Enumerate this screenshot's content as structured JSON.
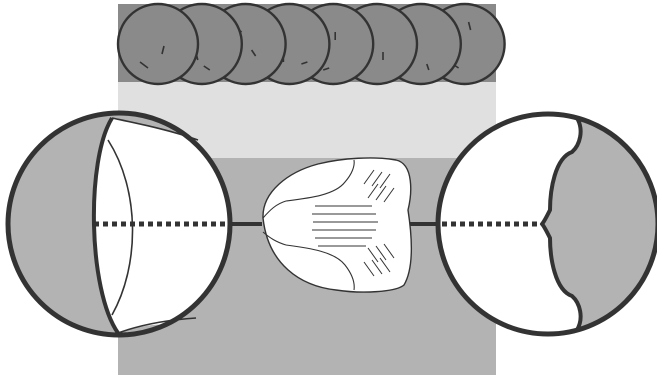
{
  "colors": {
    "background": "#ffffff",
    "outline": "#333333",
    "top_band": "#8a8a8a",
    "light_band": "#e0e0e0",
    "mid_band": "#b3b3b3",
    "globe_fill": "#b3b3b3",
    "white": "#ffffff"
  },
  "diagram": {
    "top_disc_count": 8,
    "parts": [
      {
        "name": "top-band",
        "icon": "cell-row-band"
      },
      {
        "name": "left-sphere",
        "icon": "left-hemisphere-globe"
      },
      {
        "name": "center-shape",
        "icon": "tooth-like-blob"
      },
      {
        "name": "right-sphere",
        "icon": "right-hemisphere-globe"
      },
      {
        "name": "axis-line",
        "icon": "dotted-axis"
      }
    ]
  }
}
